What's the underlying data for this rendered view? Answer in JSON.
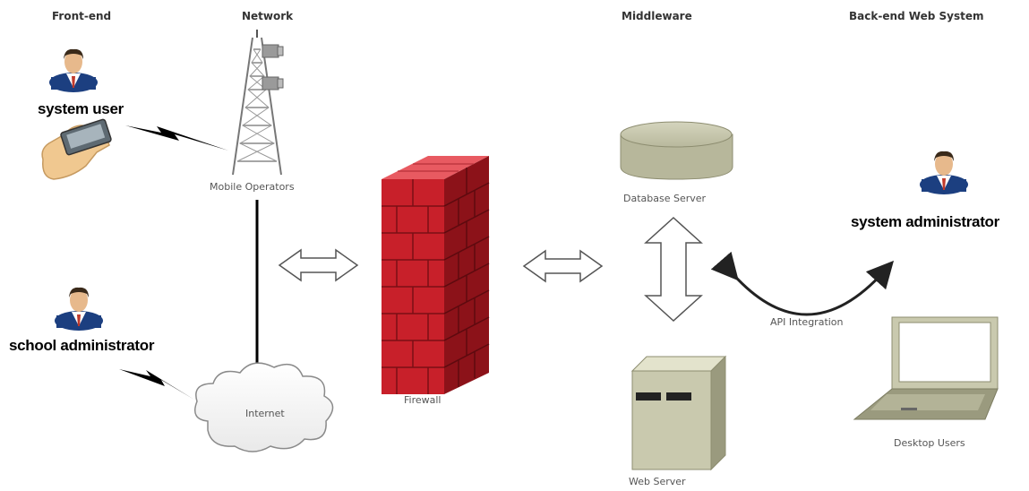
{
  "headers": {
    "frontend": "Front-end",
    "network": "Network",
    "middleware": "Middleware",
    "backend": "Back-end Web System"
  },
  "roles": {
    "system_user": "system user",
    "school_admin": "school administrator",
    "system_admin": "system administrator"
  },
  "captions": {
    "mobile_operators": "Mobile Operators",
    "internet": "Internet",
    "firewall": "Firewall",
    "database_server": "Database Server",
    "web_server": "Web Server",
    "api_integration": "API Integration",
    "desktop_users": "Desktop Users"
  },
  "colors": {
    "firewall_red": "#c8202a",
    "server_beige": "#c9c9ae",
    "person_suit": "#1c3f80",
    "line": "#000000"
  }
}
